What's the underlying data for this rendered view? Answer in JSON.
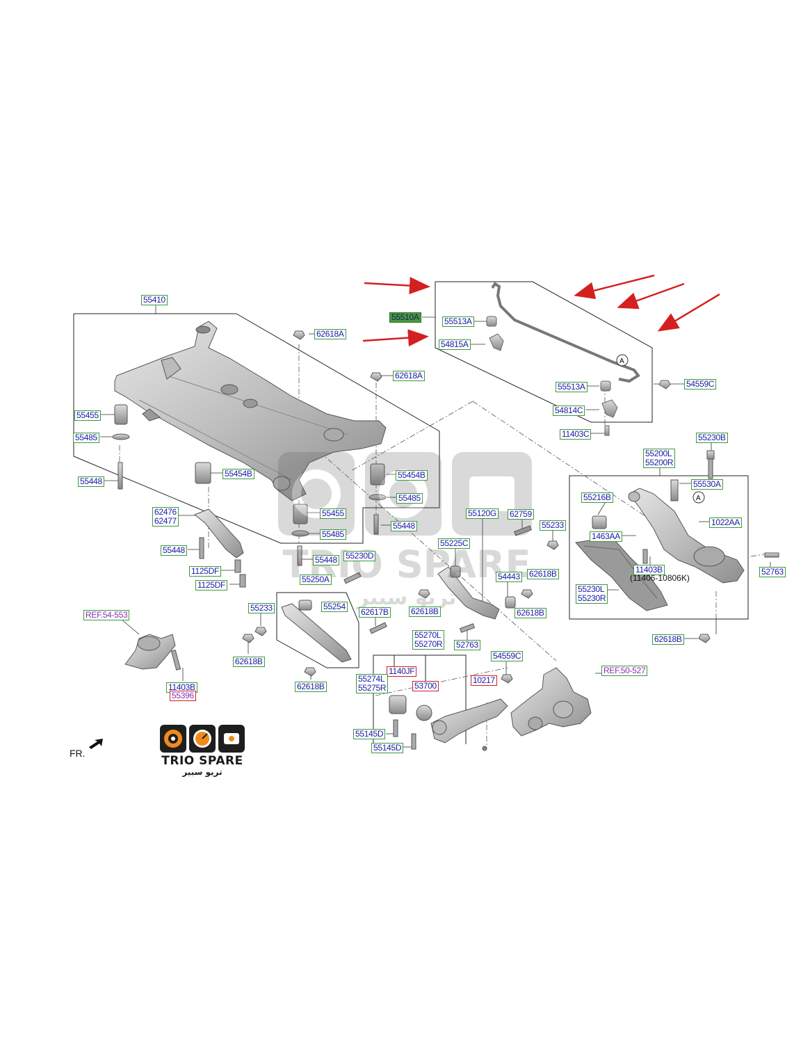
{
  "parts": {
    "p55410": "55410",
    "p55510A": "55510A",
    "p55513A_top": "55513A",
    "p54815A": "54815A",
    "p62618A_1": "62618A",
    "p62618A_2": "62618A",
    "p55513A_low": "55513A",
    "p54559C_1": "54559C",
    "p54814C": "54814C",
    "p11403C": "11403C",
    "p55230B": "55230B",
    "p55200": [
      "55200L",
      "55200R"
    ],
    "p55530A": "55530A",
    "p55455_left": "55455",
    "p55485_left": "55485",
    "p55448_left": "55448",
    "p55454B_left": "55454B",
    "p55454B_right": "55454B",
    "p55485_right": "55485",
    "p55455_mid": "55455",
    "p55485_mid": "55485",
    "p55448_right": "55448",
    "p55120G": "55120G",
    "p62759": "62759",
    "p55233_1": "55233",
    "p55216B": "55216B",
    "p1022AA": "1022AA",
    "p1463AA": "1463AA",
    "p62476": [
      "62476",
      "62477"
    ],
    "p55448_arm": "55448",
    "p55225C": "55225C",
    "p55448_low": "55448",
    "p55230D": "55230D",
    "p1125DF_1": "1125DF",
    "p1125DF_2": "1125DF",
    "p55250A": "55250A",
    "p54443": "54443",
    "p62618B_1": "62618B",
    "p11403B_right": "11403B",
    "p11406_note": "(11406-10806K)",
    "p52763_right": "52763",
    "p55230L": [
      "55230L",
      "55230R"
    ],
    "p55233_2": "55233",
    "p55254": "55254",
    "p62617B": "62617B",
    "p62618B_2": "62618B",
    "p62618B_3": "62618B",
    "pREF54": "REF.54-553",
    "p62618B_4": "62618B",
    "p55270": [
      "55270L",
      "55270R"
    ],
    "p52763_mid": "52763",
    "p62618B_5": "62618B",
    "p54559C_2": "54559C",
    "p1140JF": "1140JF",
    "p55274": [
      "55274L",
      "55275R"
    ],
    "p10217": "10217",
    "pREF50": "REF.50-527",
    "p53700": "53700",
    "p11403B_left": "11403B",
    "p55396": "55396",
    "p62618B_6": "62618B",
    "p55145D_1": "55145D",
    "p55145D_2": "55145D"
  },
  "callout_letter": "A",
  "fr_label": "FR.",
  "brand": {
    "name": "TRIO SPARE",
    "arabic": "تريو سبير"
  },
  "watermark": {
    "name": "TRIO SPARE",
    "arabic": "تريو سبير"
  },
  "colors": {
    "label_border": "#3a9a3a",
    "label_text": "#1a1aa8",
    "highlight": "#4a9a3a",
    "arrow": "#d42020",
    "special_border": "#d02020"
  }
}
